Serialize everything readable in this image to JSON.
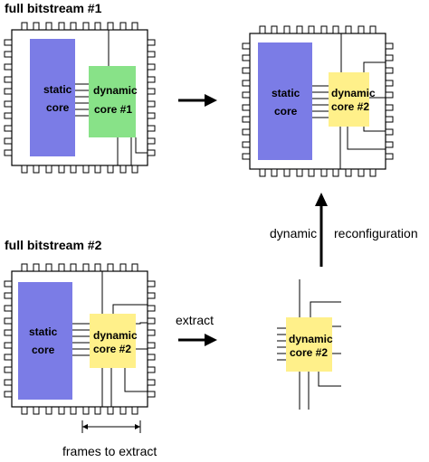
{
  "colors": {
    "static_core": "#7b7ce6",
    "dynamic_core_1": "#88e288",
    "dynamic_core_2": "#fff08a",
    "line": "#000000"
  },
  "titles": {
    "bitstream1": "full bitstream #1",
    "bitstream2": "full bitstream #2"
  },
  "chip1": {
    "static_line1": "static",
    "static_line2": "core",
    "dynamic_line1": "dynamic",
    "dynamic_line2": "core #1"
  },
  "chip2": {
    "static_line1": "static",
    "static_line2": "core",
    "dynamic_line1": "dynamic",
    "dynamic_line2": "core #2"
  },
  "chip3": {
    "static_line1": "static",
    "static_line2": "core",
    "dynamic_line1": "dynamic",
    "dynamic_line2": "core #2"
  },
  "extracted": {
    "dynamic_line1": "dynamic",
    "dynamic_line2": "core #2"
  },
  "arrows": {
    "extract_label": "extract",
    "reconfig_left": "dynamic",
    "reconfig_right": "reconfiguration",
    "frames_label": "frames to extract"
  }
}
